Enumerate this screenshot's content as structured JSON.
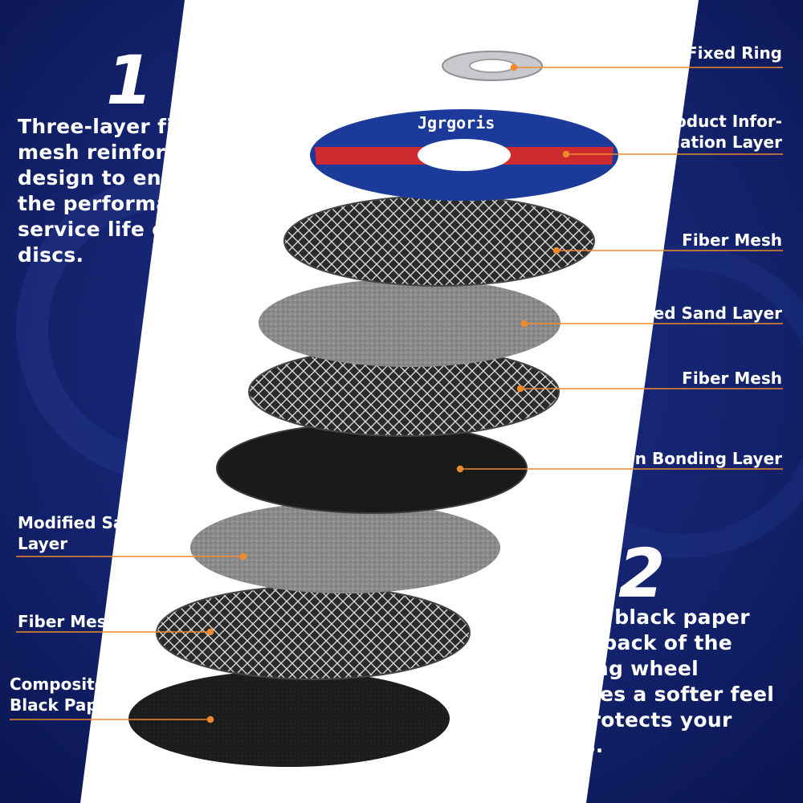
{
  "step1": {
    "number": "1",
    "lines": [
      "Three-layer fiberglass",
      "mesh reinforcement",
      "design to enhance",
      "the performance and",
      "service life of grinding",
      "discs."
    ]
  },
  "step2": {
    "number": "2",
    "lines": [
      "Adding black paper",
      "to the back of the",
      "grinding wheel",
      "provides a softer feel",
      "and protects your",
      "hands."
    ]
  },
  "disc_brand": "Jgrgoris",
  "labels": {
    "fixed_ring": "Fixed Ring",
    "product_info_1": "Product Infor-",
    "product_info_2": "Mation Layer",
    "fiber_mesh_top": "Fiber Mesh",
    "modified_sand_top": "Modified Sand Layer",
    "fiber_mesh_mid": "Fiber Mesh",
    "resin_bonding": "Resin Bonding Layer",
    "modified_sand_left_1": "Modified Sand",
    "modified_sand_left_2": "Layer",
    "fiber_mesh_left": "Fiber Mesh",
    "composite_1": "Composite",
    "composite_2": "Black Paper"
  },
  "colors": {
    "navy": "#0c1a5e",
    "accent_orange": "#f0892a",
    "disc_blue": "#1c3a9a",
    "disc_red": "#d72a2a"
  }
}
